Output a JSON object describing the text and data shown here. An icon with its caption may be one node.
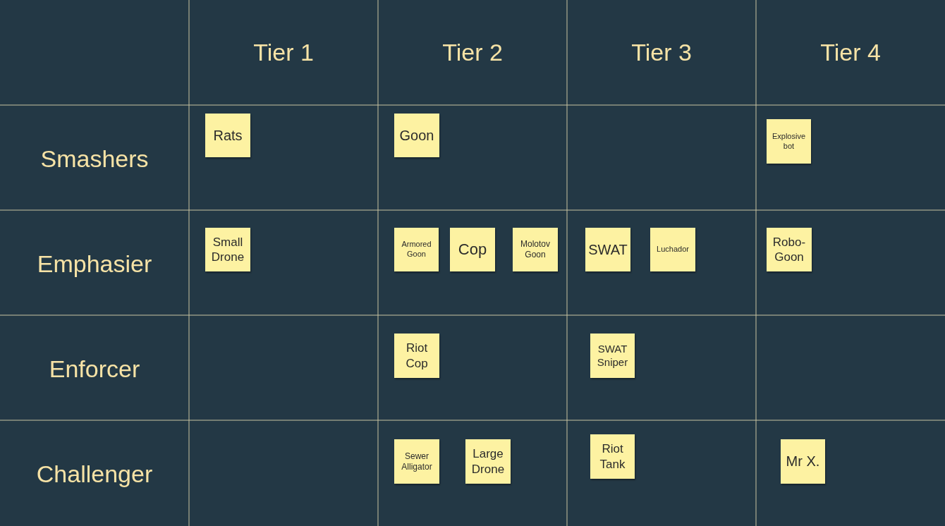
{
  "diagram": {
    "nodes": [
      {
        "text": [
          "Rats"
        ]
      },
      {
        "text": [
          "Goon"
        ]
      },
      {
        "text": [
          "Explosive bot"
        ]
      },
      {
        "text": [
          "Small Drone"
        ]
      },
      {
        "text": [
          "Armored Goon"
        ]
      },
      {
        "text": [
          "Cop"
        ]
      },
      {
        "text": [
          "Molotov Goon"
        ]
      },
      {
        "text": [
          "SWAT"
        ]
      },
      {
        "text": [
          "Luchador"
        ]
      },
      {
        "text": [
          "Robo-Goon"
        ]
      },
      {
        "text": [
          "Riot Cop"
        ]
      },
      {
        "text": [
          "SWAT Sniper"
        ]
      },
      {
        "text": [
          "Sewer Alligator"
        ]
      },
      {
        "text": [
          "Large Drone"
        ]
      },
      {
        "text": [
          "Riot Tank"
        ]
      },
      {
        "text": [
          "Mr X."
        ]
      }
    ],
    "labels": [
      "Tier 1",
      "Tier 2",
      "Tier 3",
      "Tier 4",
      "Smashers",
      "Emphasier",
      "Enforcer",
      "Challenger"
    ]
  }
}
